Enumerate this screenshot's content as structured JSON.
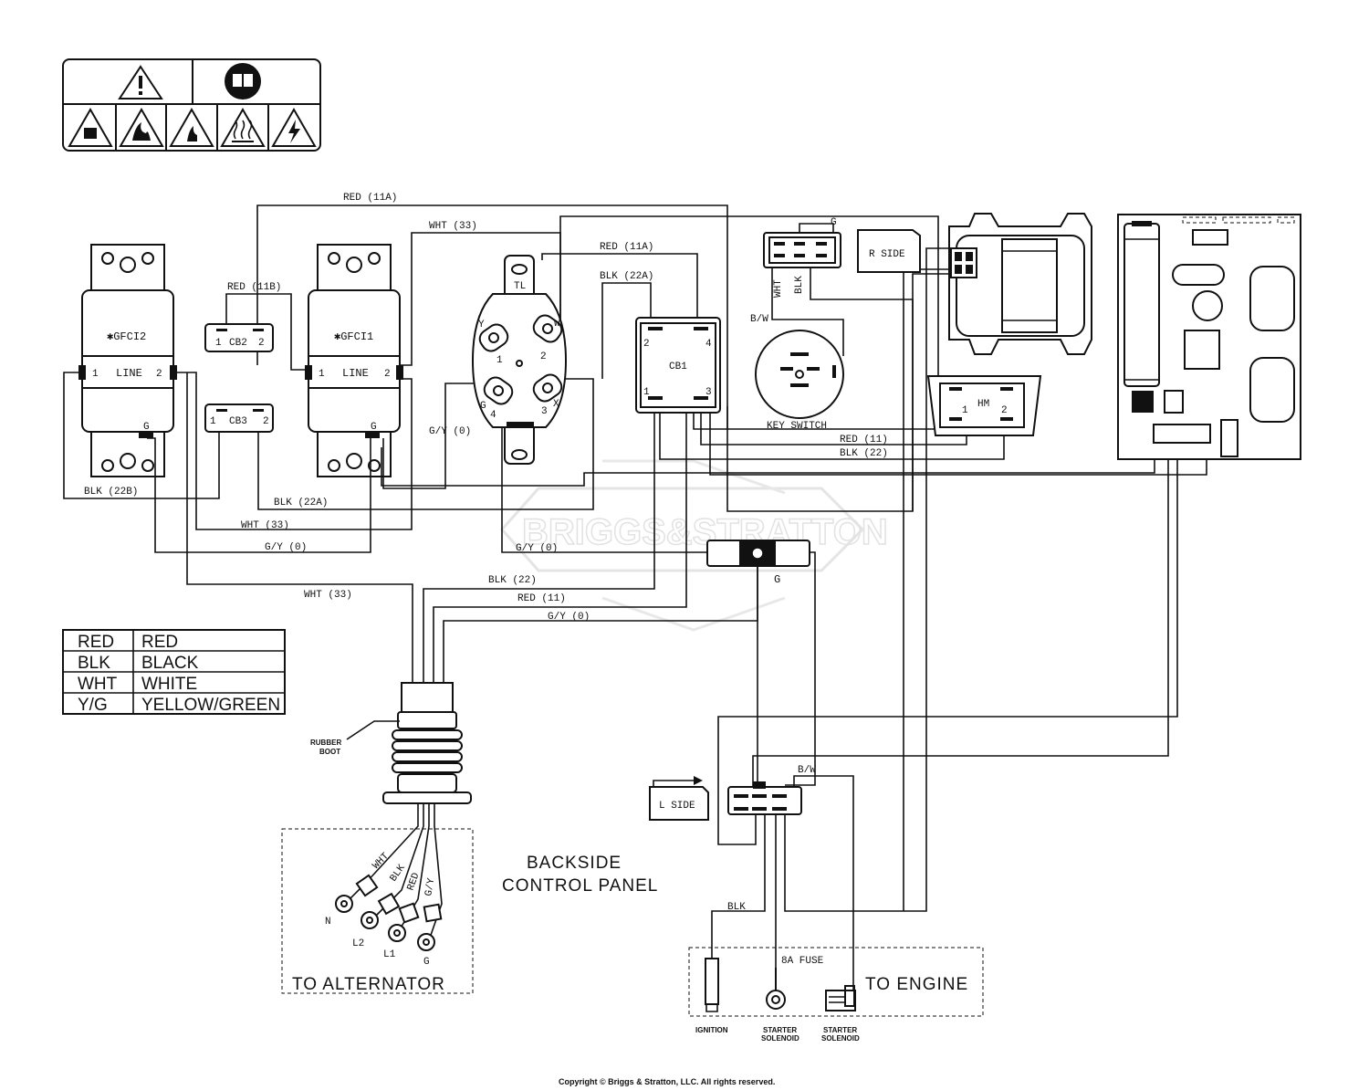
{
  "wires": {
    "red_11a_top": "RED (11A)",
    "wht_33_top": "WHT (33)",
    "red_11a_mid": "RED (11A)",
    "blk_22a_mid": "BLK (22A)",
    "red_11b": "RED (11B)",
    "gy_0_left": "G/Y (0)",
    "blk_22b": "BLK (22B)",
    "blk_22a_low": "BLK (22A)",
    "wht_33_low": "WHT (33)",
    "gy_0_low": "G/Y (0)",
    "gy_0_mid": "G/Y (0)",
    "blk_22_bottom": "BLK (22)",
    "red_11_bottom": "RED (11)",
    "gy_0_bottom": "G/Y (0)",
    "wht_33_bottom": "WHT (33)",
    "red_11_right": "RED (11)",
    "blk_22_right": "BLK (22)",
    "bw_key": "B/W",
    "bw_lower": "B/W",
    "wht_key": "WHT",
    "blk_key": "BLK",
    "g_key": "G",
    "blk_engine": "BLK"
  },
  "components": {
    "gfci2": "✱GFCI2",
    "gfci1": "✱GFCI1",
    "line_left": "LINE",
    "line_right": "LINE",
    "cb2": "CB2",
    "cb3": "CB3",
    "cb1": "CB1",
    "tl": "TL",
    "key_switch": "KEY SWITCH",
    "r_side": "R SIDE",
    "l_side": "L SIDE",
    "hm": "HM",
    "ground_g": "G",
    "rubber_boot_1": "RUBBER",
    "rubber_boot_2": "BOOT"
  },
  "pins": {
    "one": "1",
    "two": "2",
    "three": "3",
    "four": "4",
    "g": "G",
    "y": "Y",
    "w": "W",
    "x": "X"
  },
  "alternator": {
    "title": "TO ALTERNATOR",
    "lead_wht": "WHT",
    "lead_blk": "BLK",
    "lead_red": "RED",
    "lead_gy": "G/Y",
    "term_n": "N",
    "term_l2": "L2",
    "term_l1": "L1",
    "term_g": "G"
  },
  "engine": {
    "title": "TO ENGINE",
    "fuse": "8A FUSE",
    "ignition": "IGNITION",
    "starter_1": "STARTER",
    "solenoid_1": "SOLENOID",
    "starter_2": "STARTER",
    "solenoid_2": "SOLENOID"
  },
  "panel_title_1": "BACKSIDE",
  "panel_title_2": "CONTROL PANEL",
  "legend": [
    {
      "code": "RED",
      "name": "RED"
    },
    {
      "code": "BLK",
      "name": "BLACK"
    },
    {
      "code": "WHT",
      "name": "WHITE"
    },
    {
      "code": "Y/G",
      "name": "YELLOW/GREEN"
    }
  ],
  "watermark": "BRIGGS&STRATTON",
  "copyright": "Copyright © Briggs & Stratton, LLC. All rights reserved."
}
